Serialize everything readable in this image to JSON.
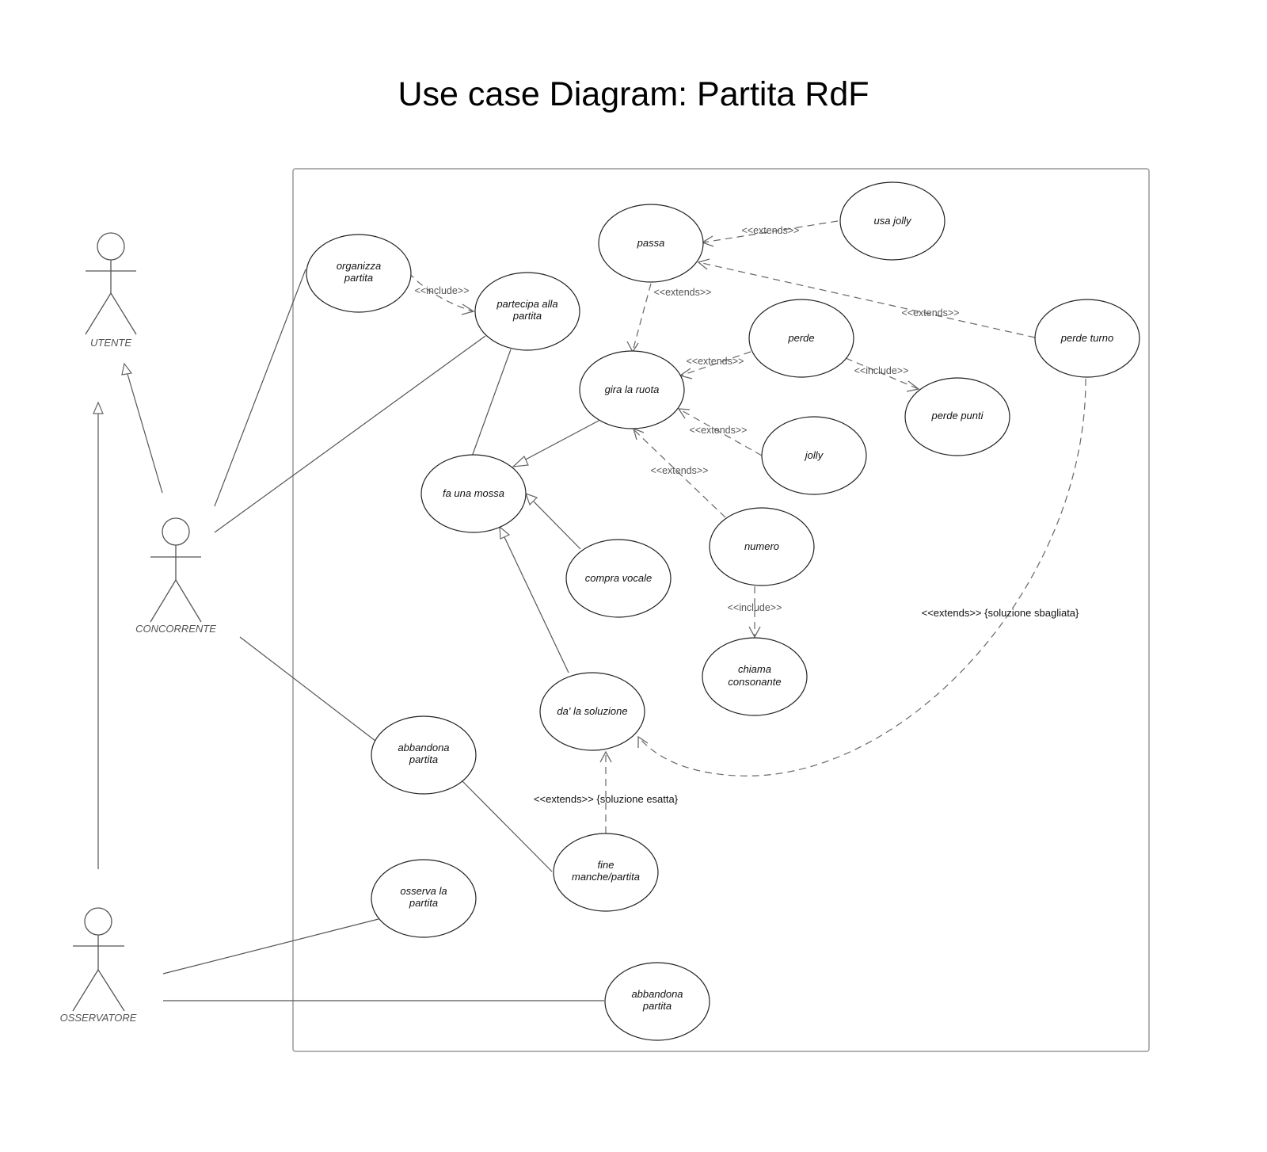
{
  "title": "Use case Diagram: Partita RdF",
  "actors": {
    "utente": "UTENTE",
    "concorrente": "CONCORRENTE",
    "osservatore": "OSSERVATORE"
  },
  "use_cases": {
    "organizza_partita": [
      "organizza",
      "partita"
    ],
    "partecipa_partita": [
      "partecipa alla",
      "partita"
    ],
    "passa": [
      "passa"
    ],
    "usa_jolly": [
      "usa jolly"
    ],
    "gira_ruota": [
      "gira la ruota"
    ],
    "perde": [
      "perde"
    ],
    "perde_turno": [
      "perde turno"
    ],
    "perde_punti": [
      "perde punti"
    ],
    "jolly": [
      "jolly"
    ],
    "fa_mossa": [
      "fa una mossa"
    ],
    "numero": [
      "numero"
    ],
    "compra_vocale": [
      "compra vocale"
    ],
    "chiama_consonante": [
      "chiama",
      "consonante"
    ],
    "da_soluzione": [
      "da' la soluzione"
    ],
    "abbandona_partita_1": [
      "abbandona",
      "partita"
    ],
    "fine_manche": [
      "fine",
      "manche/partita"
    ],
    "osserva_partita": [
      "osserva la",
      "partita"
    ],
    "abbandona_partita_2": [
      "abbandona",
      "partita"
    ]
  },
  "labels": {
    "include_1": "<<include>>",
    "extends_usa_jolly": "<<extends>>",
    "extends_passa": "<<extends>>",
    "extends_perde_turno": "<<extends>>",
    "extends_perde": "<<extends>>",
    "include_perde_punti": "<<include>>",
    "extends_jolly": "<<extends>>",
    "extends_numero": "<<extends>>",
    "include_consonante": "<<include>>",
    "extends_sbagliata": "<<extends>> {soluzione sbagliata}",
    "extends_esatta": "<<extends>> {soluzione esatta}"
  }
}
